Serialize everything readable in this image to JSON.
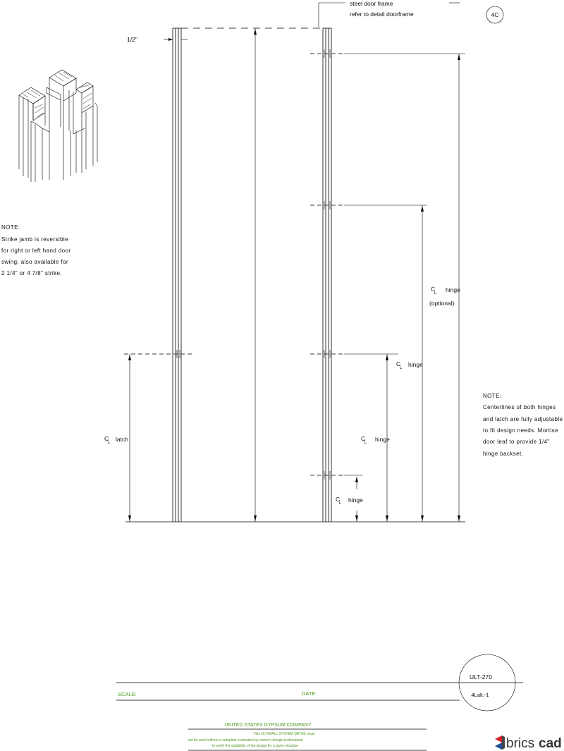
{
  "header": {
    "frame_callout_line1": "steel door frame",
    "frame_callout_line2": "refer to detail    doorframe",
    "detail_tag": "4C",
    "dim_half_inch": "1/2\""
  },
  "notes": {
    "left": {
      "heading": "NOTE:",
      "lines": [
        "Strike jamb is reversible",
        "for right or left hand door",
        "swing; also available for",
        "2 1/4\" or 4 7/8\" strike."
      ]
    },
    "right": {
      "heading": "NOTE:",
      "lines": [
        "Centerlines of both hinges",
        "and latch are fully adjustable",
        "to fit design needs. Mortise",
        "door leaf to provide 1/4\"",
        "hinge backset."
      ]
    }
  },
  "labels": {
    "cl_main": "C",
    "cl_sub": "L",
    "latch": "latch",
    "hinge": "hinge",
    "optional": "(optional)"
  },
  "title_block": {
    "scale_label": "SCALE:",
    "date_label": "DATE:",
    "drawing_number": "ULT-270",
    "sheet_ref": "4Lalt.-1",
    "company": "UNITED STATES GYPSUM COMPANY",
    "disclaimer_1": "This ULTIWALL SYSTEM DETAIL must",
    "disclaimer_2": "not be used without a complete evaluation by owner's design professional",
    "disclaimer_3": "to verify the suitability of the design for a given situation"
  },
  "brand": {
    "logo_text_1": "brics",
    "logo_text_2": "cad",
    "logo_color_red": "#d4202a",
    "logo_color_blue": "#1f4e9c"
  },
  "colors": {
    "title_block_green": "#4a9a1e"
  }
}
